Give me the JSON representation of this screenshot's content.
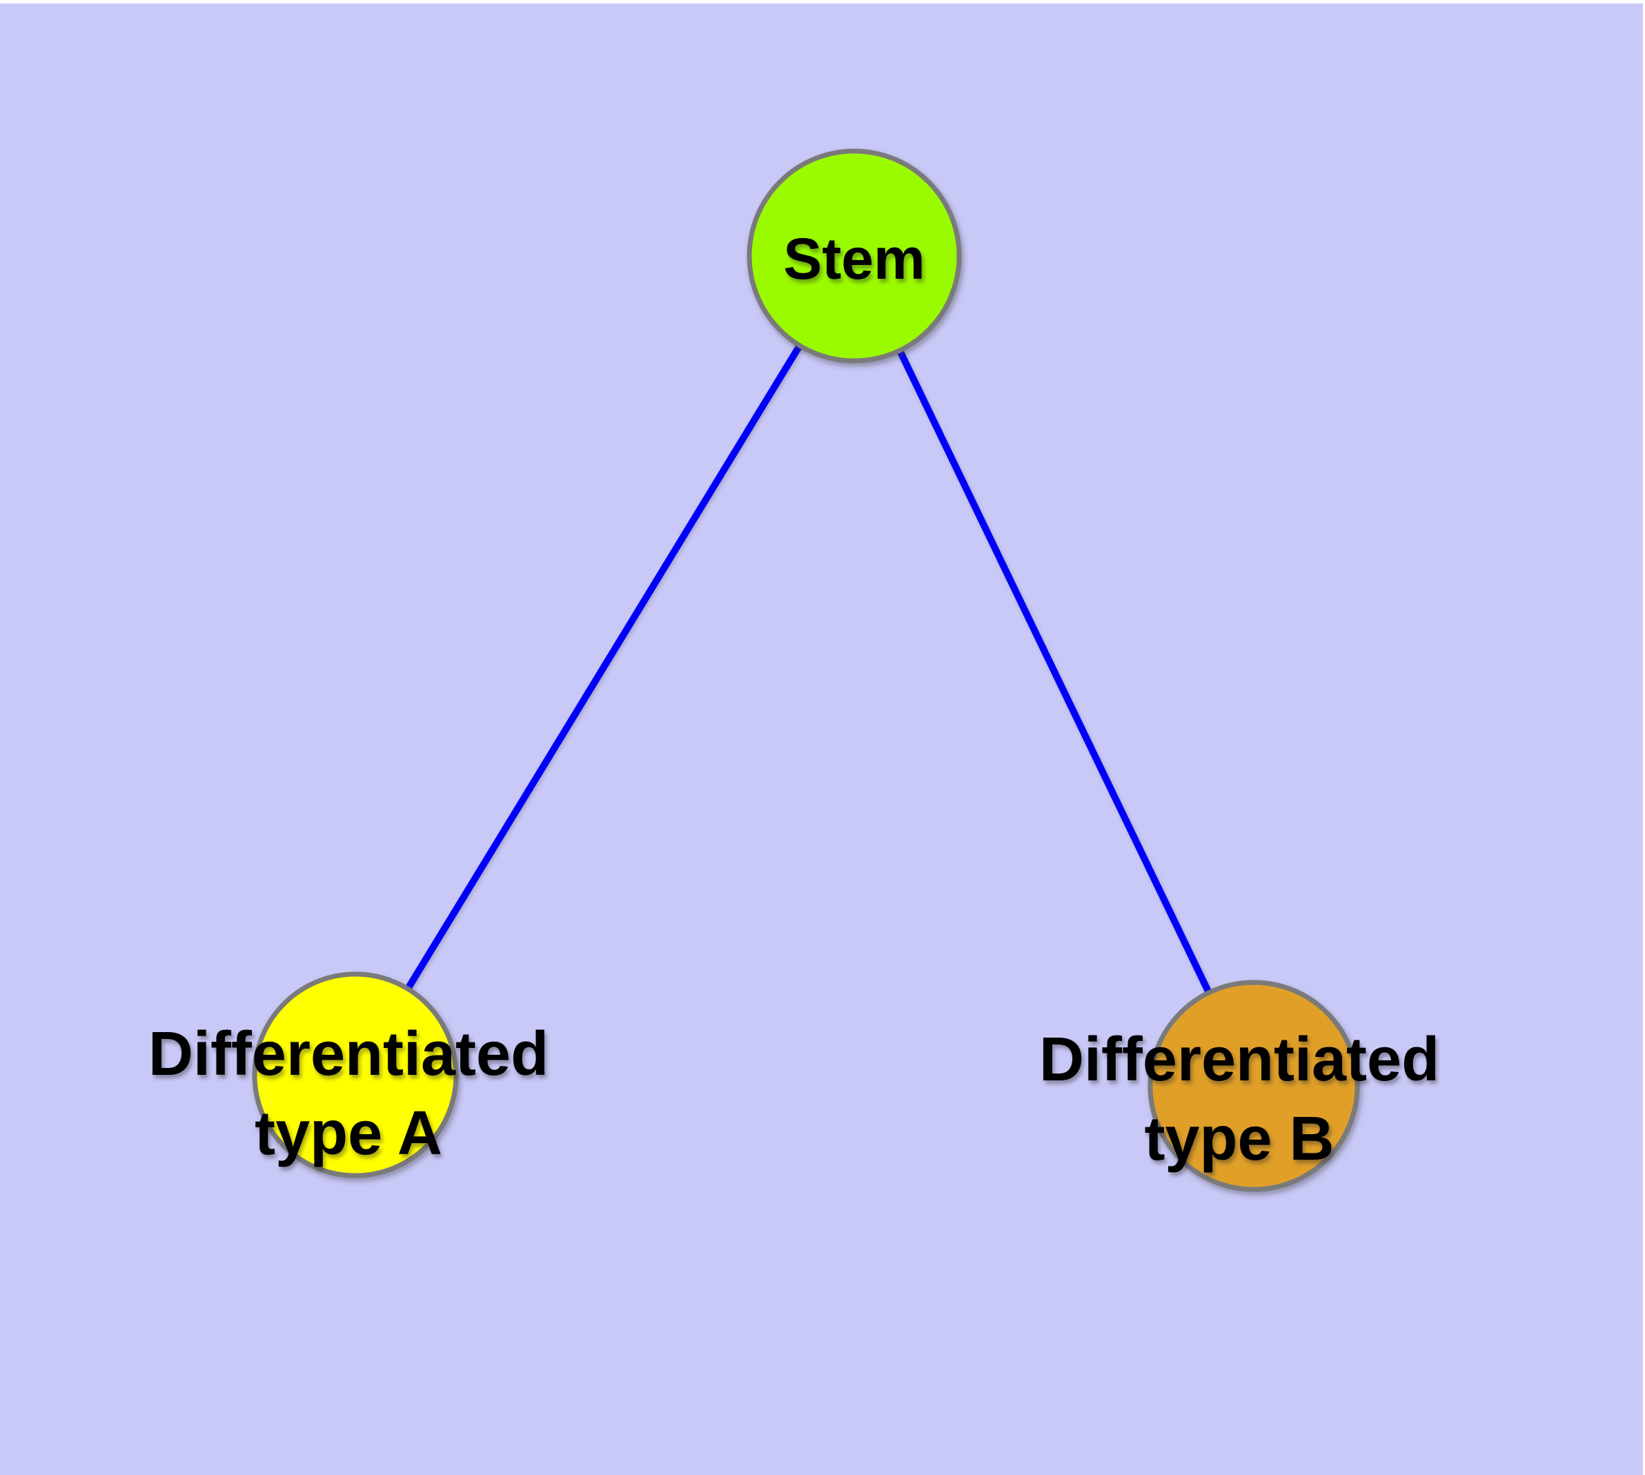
{
  "diagram": {
    "type": "graph",
    "description": "Cell differentiation tree: a Stem node connected by two edges to two differentiated cell-type nodes",
    "colors": {
      "background": "#C9C9F8",
      "page_margin": "#FFFFFF",
      "edge": "#0000FA",
      "node_border": "#7A7A7A",
      "label_text": "#000000"
    },
    "nodes": {
      "stem": {
        "label": "Stem",
        "fill": "#9AFB00"
      },
      "type_a": {
        "label_line1": "Differentiated",
        "label_line2": "type A",
        "fill": "#FFFF00"
      },
      "type_b": {
        "label_line1": "Differentiated",
        "label_line2": "type B",
        "fill": "#E0A028"
      }
    },
    "edges": [
      {
        "from": "Stem",
        "to": "Differentiated type A"
      },
      {
        "from": "Stem",
        "to": "Differentiated type B"
      }
    ]
  }
}
